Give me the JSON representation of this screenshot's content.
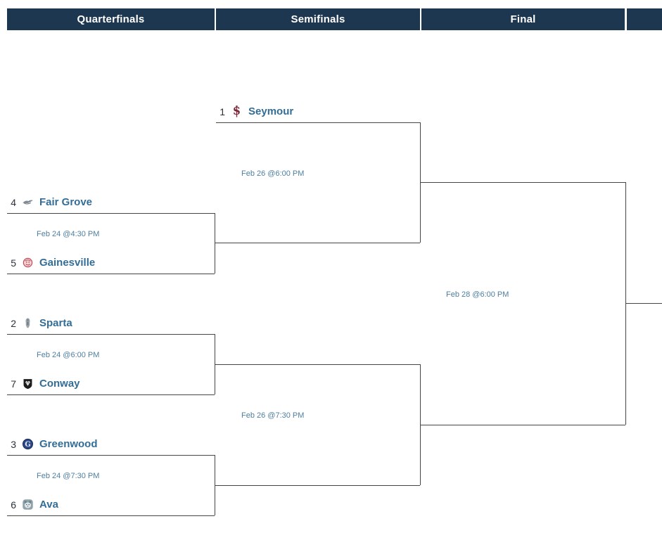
{
  "header": {
    "columns": [
      {
        "label": "Quarterfinals"
      },
      {
        "label": "Semifinals"
      },
      {
        "label": "Final"
      },
      {
        "label": ""
      }
    ]
  },
  "teams": [
    {
      "seed": "1",
      "name": "Seymour",
      "icon": "seymour-logo"
    },
    {
      "seed": "4",
      "name": "Fair Grove",
      "icon": "fair-grove-logo"
    },
    {
      "seed": "5",
      "name": "Gainesville",
      "icon": "gainesville-logo"
    },
    {
      "seed": "2",
      "name": "Sparta",
      "icon": "sparta-logo"
    },
    {
      "seed": "7",
      "name": "Conway",
      "icon": "conway-logo"
    },
    {
      "seed": "3",
      "name": "Greenwood",
      "icon": "greenwood-logo"
    },
    {
      "seed": "6",
      "name": "Ava",
      "icon": "ava-logo"
    }
  ],
  "games": {
    "qf1": "Feb 24 @4:30 PM",
    "qf2": "Feb 24 @6:00 PM",
    "qf3": "Feb 24 @7:30 PM",
    "sf1": "Feb 26 @6:00 PM",
    "sf2": "Feb 26 @7:30 PM",
    "final": "Feb 28 @6:00 PM"
  },
  "colors": {
    "header_bg": "#1e3750",
    "header_text": "#ffffff",
    "team_name": "#336d96",
    "seed_text": "#2b313a",
    "game_time": "#4e7e9e",
    "bracket_line": "#454545"
  }
}
